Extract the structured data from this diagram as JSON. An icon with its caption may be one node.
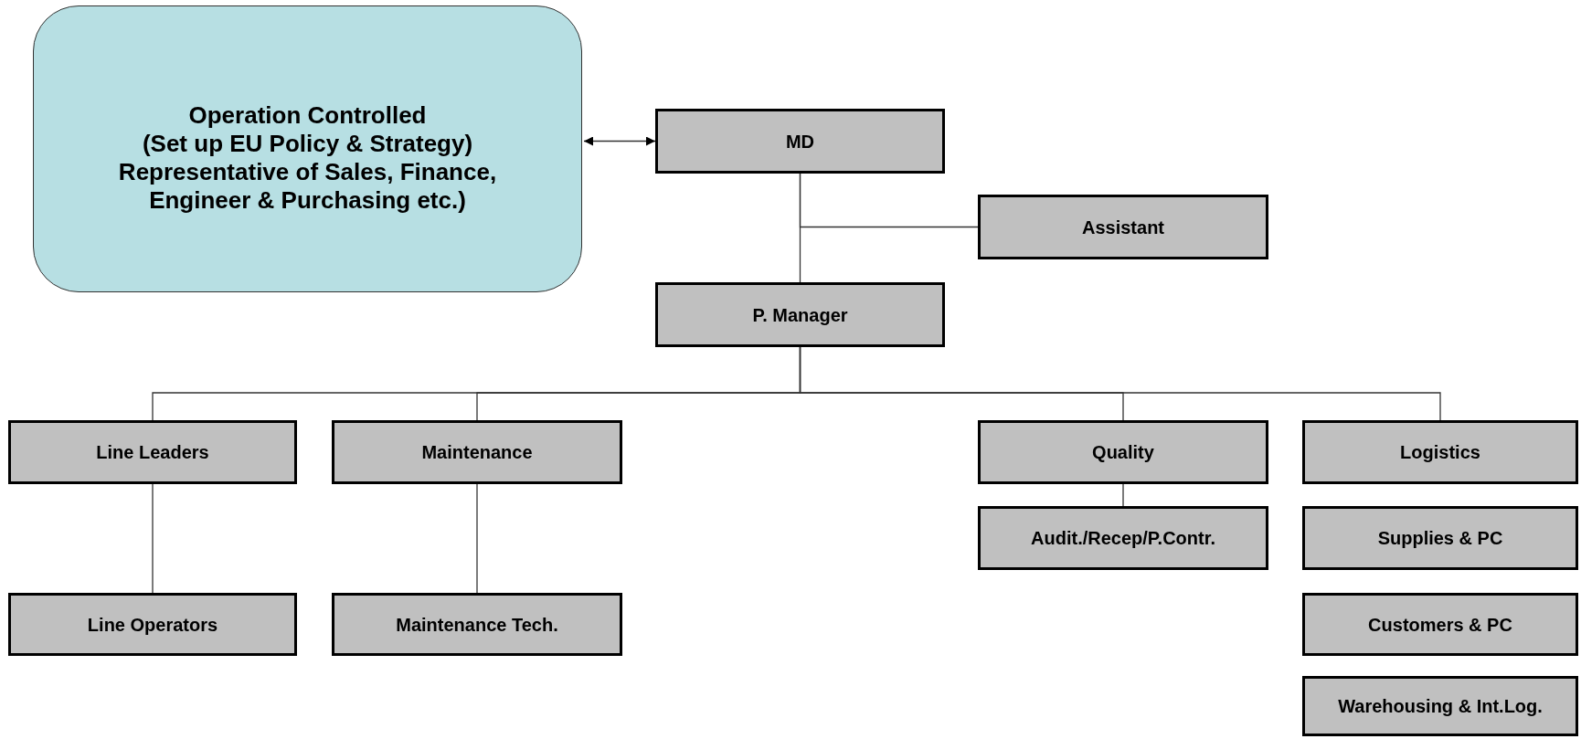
{
  "diagram": {
    "nodes": [
      {
        "text": [
          "Operation Controlled",
          "(Set up EU Policy & Strategy)",
          "Representative of Sales, Finance, Engineer & Purchasing etc.)"
        ]
      },
      {
        "text": [
          "MD"
        ]
      },
      {
        "text": [
          "Assistant"
        ]
      },
      {
        "text": [
          "P. Manager"
        ]
      },
      {
        "text": [
          "Line Leaders"
        ]
      },
      {
        "text": [
          "Maintenance"
        ]
      },
      {
        "text": [
          "Quality"
        ]
      },
      {
        "text": [
          "Logistics"
        ]
      },
      {
        "text": [
          "Line Operators"
        ]
      },
      {
        "text": [
          "Maintenance Tech."
        ]
      },
      {
        "text": [
          "Audit./Recep/P.Contr."
        ]
      },
      {
        "text": [
          "Supplies & PC"
        ]
      },
      {
        "text": [
          "Customers & PC"
        ]
      },
      {
        "text": [
          "Warehousing & Int.Log."
        ]
      }
    ],
    "edges": [
      {
        "from": 0,
        "to": 1,
        "arrow": "both"
      },
      {
        "from": 1,
        "to": 3,
        "arrow": "none"
      },
      {
        "from": 1,
        "to": 2,
        "arrow": "none"
      },
      {
        "from": 3,
        "to": 4,
        "arrow": "none"
      },
      {
        "from": 3,
        "to": 5,
        "arrow": "none"
      },
      {
        "from": 3,
        "to": 6,
        "arrow": "none"
      },
      {
        "from": 3,
        "to": 7,
        "arrow": "none"
      },
      {
        "from": 4,
        "to": 8,
        "arrow": "none"
      },
      {
        "from": 5,
        "to": 9,
        "arrow": "none"
      },
      {
        "from": 6,
        "to": 10,
        "arrow": "none"
      }
    ]
  }
}
